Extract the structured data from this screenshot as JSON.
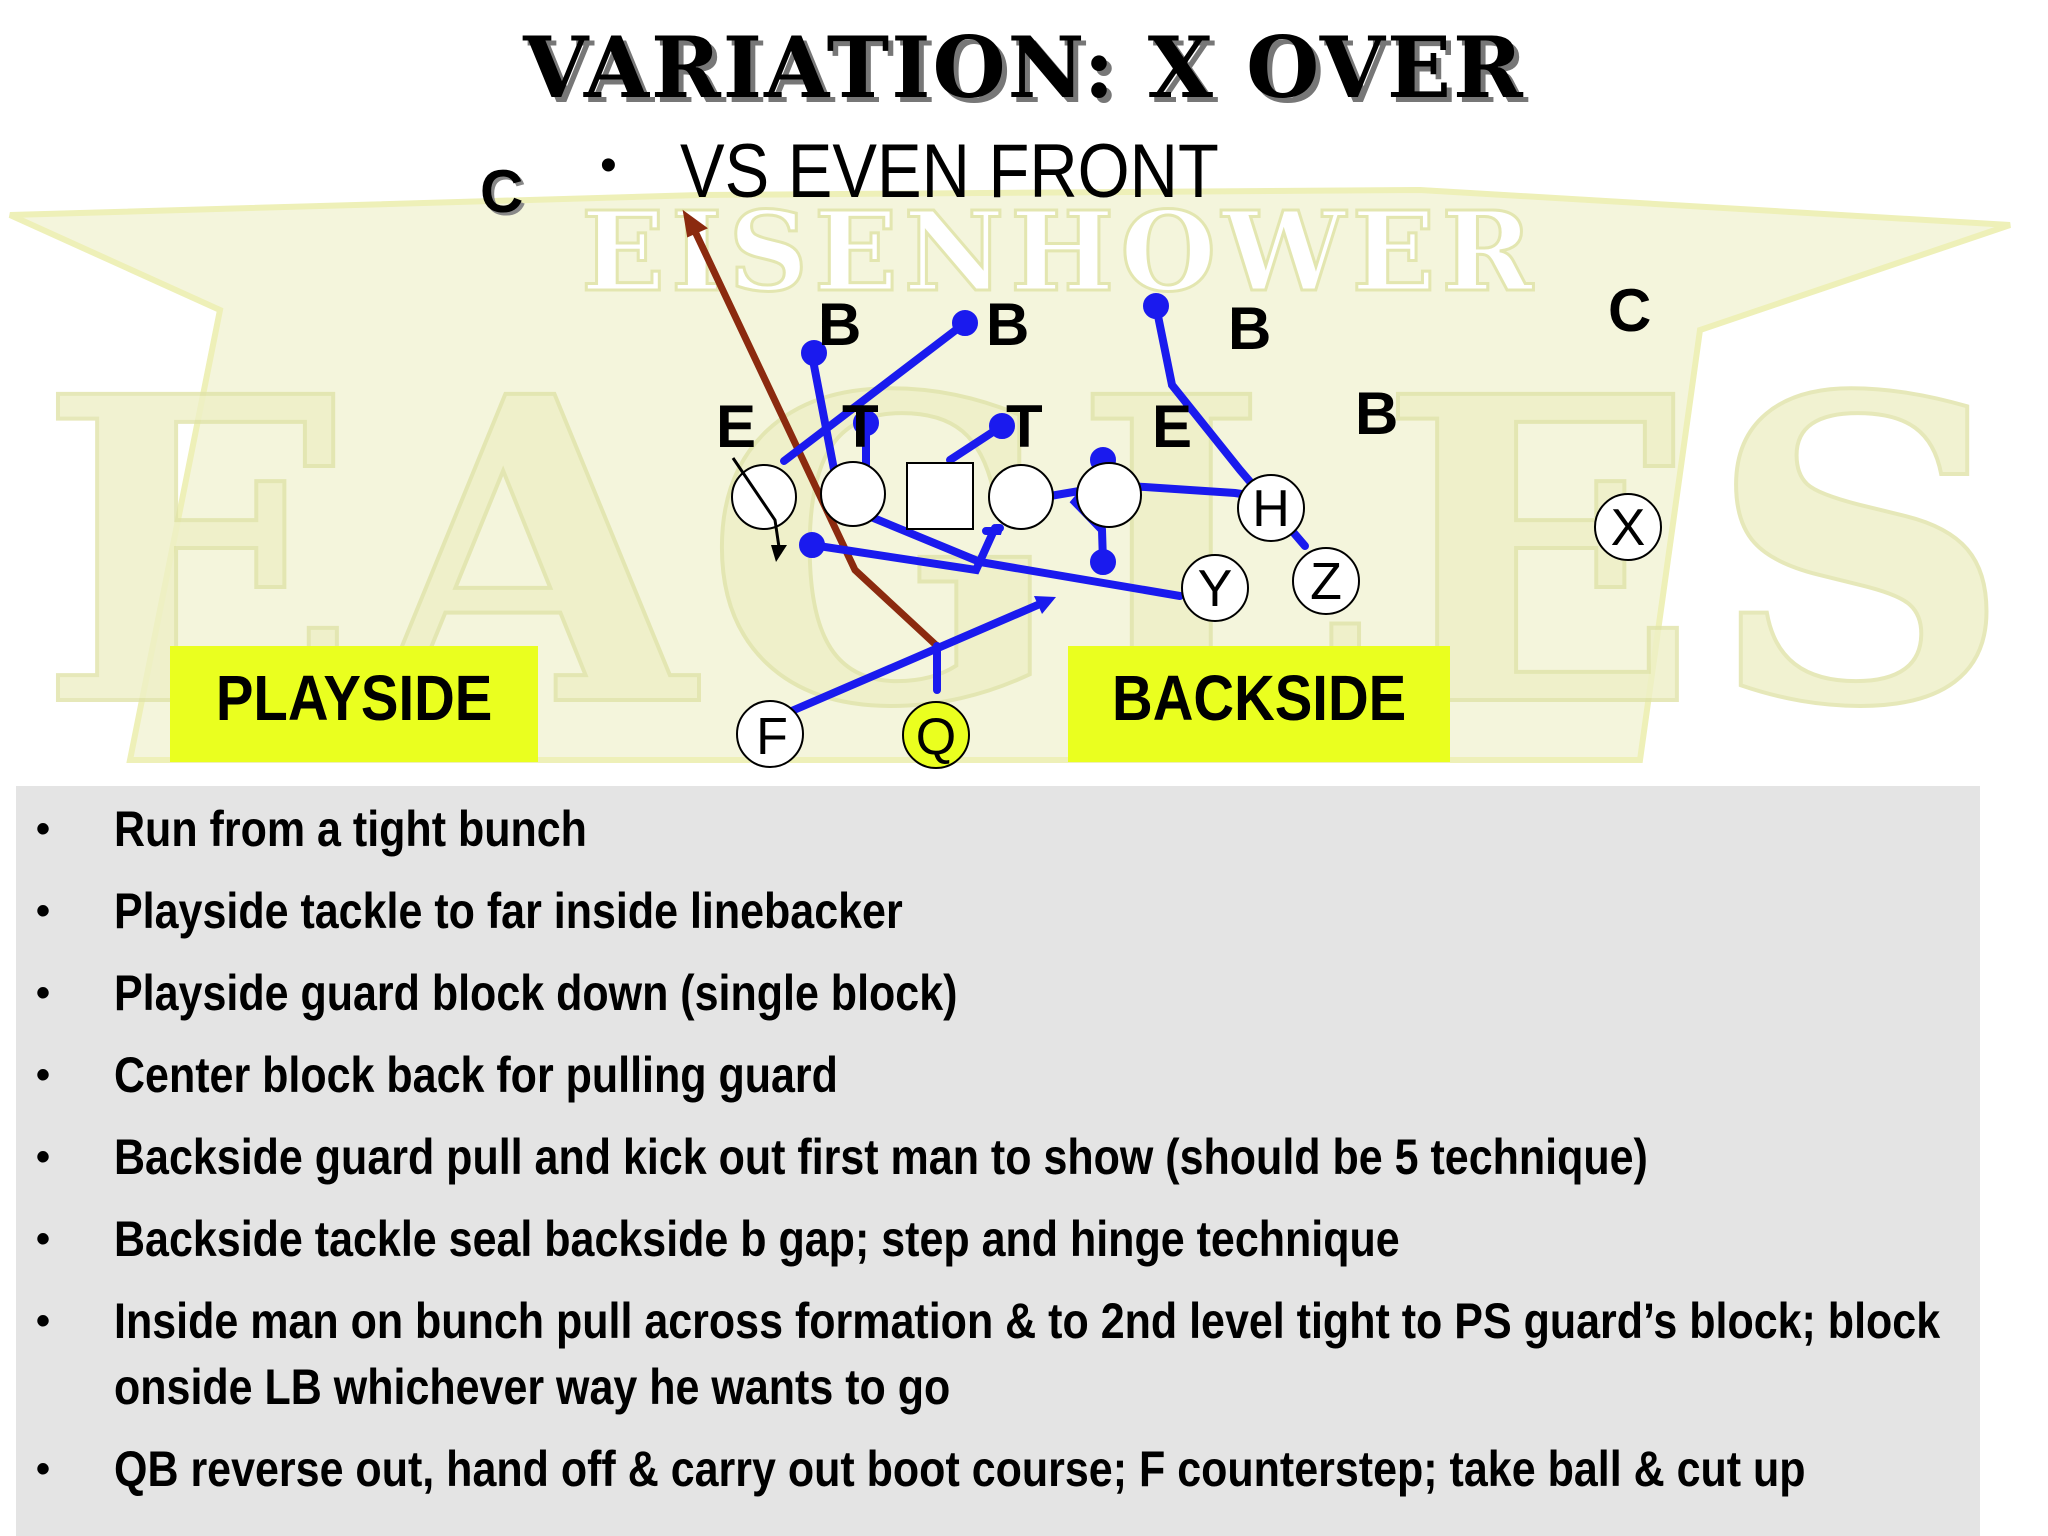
{
  "slide": {
    "title": "VARIATION: X OVER",
    "subtitle": "VS EVEN FRONT",
    "bullet_glyph": "•"
  },
  "diagram": {
    "watermark": "EISENHOWER EAGLES",
    "colors": {
      "route": "#1a1aee",
      "ball_carrier": "#8b2a0f",
      "highlight": "#eaff1f",
      "watermark": "#f2f3c8"
    },
    "defense": [
      {
        "id": "c-left",
        "label": "C"
      },
      {
        "id": "c-right",
        "label": "C"
      },
      {
        "id": "b-1",
        "label": "B"
      },
      {
        "id": "b-2",
        "label": "B"
      },
      {
        "id": "b-3",
        "label": "B"
      },
      {
        "id": "b-4",
        "label": "B"
      },
      {
        "id": "e-left",
        "label": "E"
      },
      {
        "id": "t-left",
        "label": "T"
      },
      {
        "id": "t-right",
        "label": "T"
      },
      {
        "id": "e-right",
        "label": "E"
      }
    ],
    "offense": [
      {
        "id": "h",
        "label": "H"
      },
      {
        "id": "x",
        "label": "X"
      },
      {
        "id": "y",
        "label": "Y"
      },
      {
        "id": "z",
        "label": "Z"
      },
      {
        "id": "f",
        "label": "F"
      },
      {
        "id": "q",
        "label": "Q"
      }
    ],
    "playside_label": "PLAYSIDE",
    "backside_label": "BACKSIDE"
  },
  "notes": [
    "Run from a tight bunch",
    "Playside tackle to far inside linebacker",
    "Playside guard block down (single block)",
    "Center block back for pulling guard",
    "Backside guard pull and kick out first man to show (should be 5 technique)",
    "Backside tackle seal backside b gap; step and hinge technique",
    "Inside man on bunch pull across formation & to 2nd level tight to PS guard’s block; block onside LB whichever way he wants to go",
    "QB reverse out, hand off & carry out boot course; F counterstep; take ball & cut up"
  ]
}
